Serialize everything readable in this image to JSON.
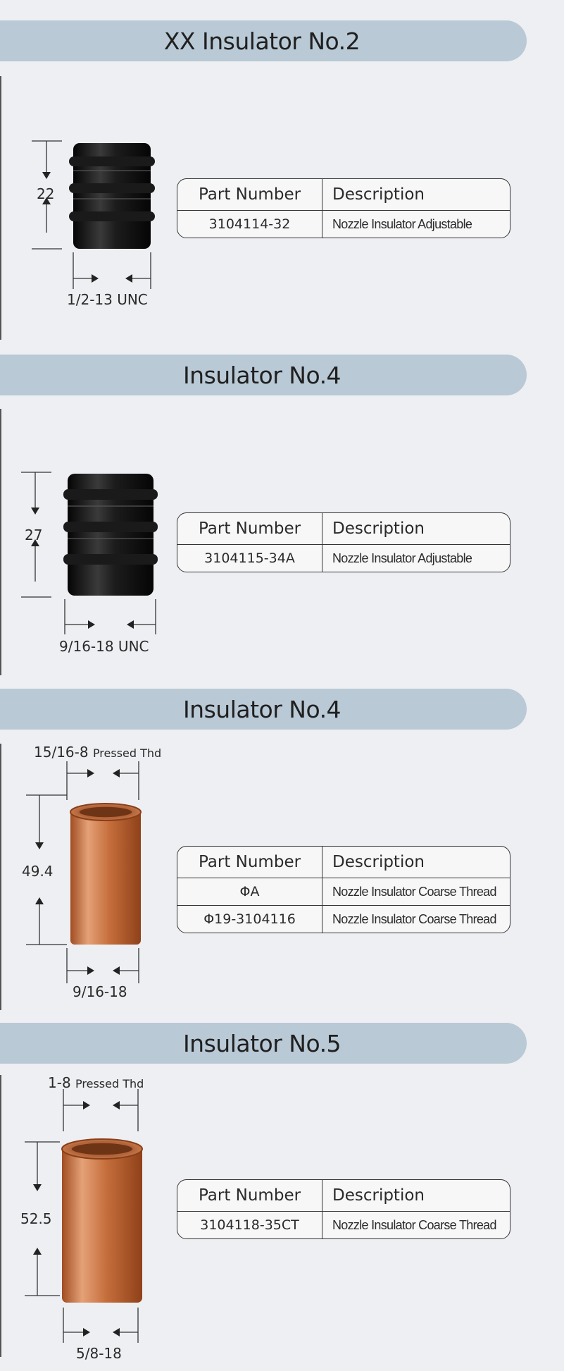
{
  "headers": {
    "part_number": "Part Number",
    "description": "Description"
  },
  "sections": [
    {
      "title": "XX Insulator No.2",
      "height_dim": "22",
      "thread_dim": "1/2-13 UNC",
      "rows": [
        {
          "part": "3104114-32",
          "desc": "Nozzle Insulator Adjustable"
        }
      ]
    },
    {
      "title": "Insulator No.4",
      "height_dim": "27",
      "thread_dim": "9/16-18 UNC",
      "rows": [
        {
          "part": "3104115-34A",
          "desc": "Nozzle Insulator Adjustable"
        }
      ]
    },
    {
      "title": "Insulator No.4",
      "top_dim": "15/16-8",
      "top_dim_note": "Pressed Thd",
      "height_dim": "49.4",
      "thread_dim": "9/16-18",
      "rows": [
        {
          "part": "ΦA",
          "desc": "Nozzle Insulator Coarse Thread"
        },
        {
          "part": "Φ19-3104116",
          "desc": "Nozzle Insulator Coarse Thread"
        }
      ]
    },
    {
      "title": "Insulator No.5",
      "top_dim": "1-8",
      "top_dim_note": "Pressed Thd",
      "height_dim": "52.5",
      "thread_dim": "5/8-18",
      "rows": [
        {
          "part": "3104118-35CT",
          "desc": "Nozzle Insulator Coarse Thread"
        }
      ]
    }
  ],
  "colors": {
    "banner": "#b9c9d6",
    "insulator_black": "#151515",
    "insulator_copper": "#c8703f"
  }
}
